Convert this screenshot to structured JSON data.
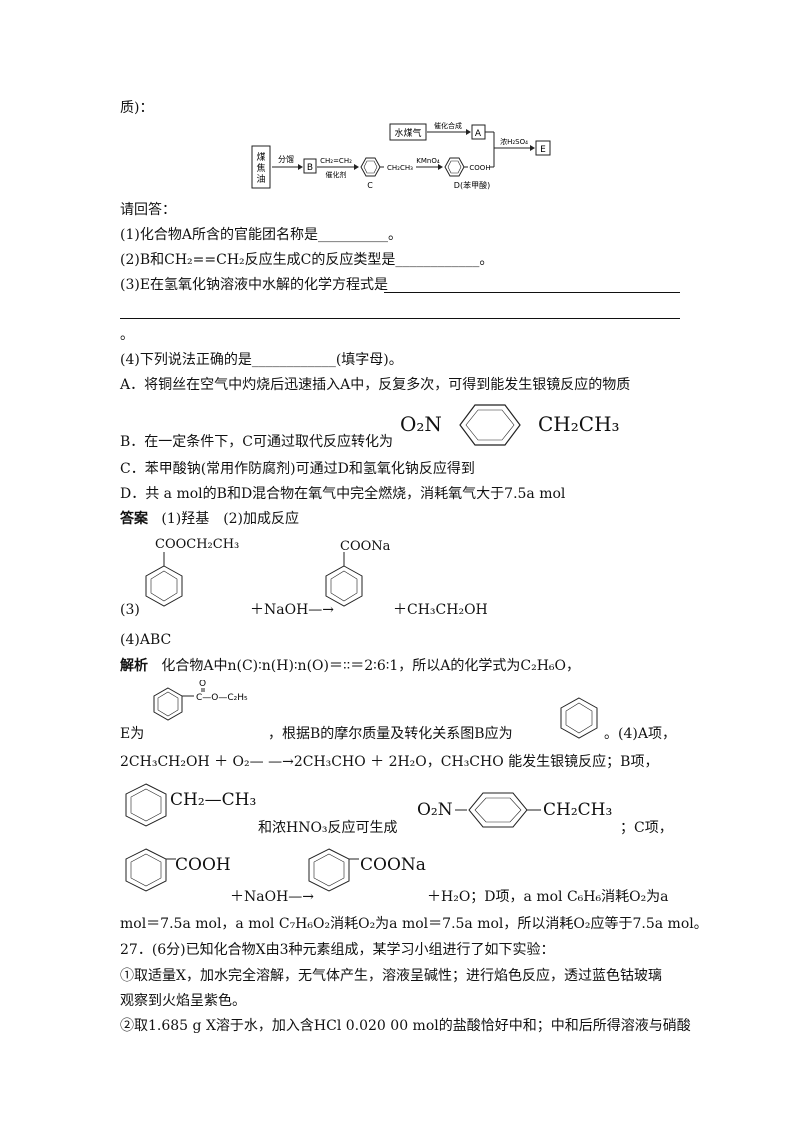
{
  "intro": "质)：",
  "scheme": {
    "raw": "煤焦油",
    "water_gas": "水煤气",
    "step_fractionate": "分馏",
    "step_catalytic_synthesis": "催化合成",
    "step_h2so4": "浓H₂SO₄",
    "ethylene": "CH₂=CH₂",
    "catalyst": "催化剂",
    "ethyl_group": "CH₂CH₃",
    "kmno4": "KMnO₄",
    "cooh": "COOH",
    "label_A": "A",
    "label_B": "B",
    "label_C": "C",
    "label_D": "D(苯甲酸)",
    "label_E": "E"
  },
  "q_header": "请回答：",
  "q1": "(1)化合物A所含的官能团名称是__________。",
  "q2": "(2)B和CH₂==CH₂反应生成C的反应类型是____________。",
  "q3_prefix": "(3)E在氢氧化钠溶液中水解的化学方程式是",
  "q3_end": "。",
  "q4": "(4)下列说法正确的是____________(填字母)。",
  "optA": "A．将铜丝在空气中灼烧后迅速插入A中，反复多次，可得到能发生银镜反应的物质",
  "optB": "B．在一定条件下，C可通过取代反应转化为",
  "optB_left": "O₂N",
  "optB_right": "CH₂CH₃",
  "optC": "C．苯甲酸钠(常用作防腐剂)可通过D和氢氧化钠反应得到",
  "optD": "D．共 a mol的B和D混合物在氧气中完全燃烧，消耗氧气大于7.5a mol",
  "ans_label": "答案",
  "ans1": "(1)羟基　(2)加成反应",
  "ans3_ester": "COOCH₂CH₃",
  "ans3_salt": "COONa",
  "ans3_num": "(3)",
  "ans3_plus_naoh": "＋NaOH—→",
  "ans3_plus_ethanol": "＋CH₃CH₂OH",
  "ans4": "(4)ABC",
  "analysis_label": "解析",
  "ana1": "化合物A中n(C)∶n(H)∶n(O)＝∶∶＝2∶6∶1，所以A的化学式为C₂H₆O，",
  "ana2_prefix": "E为",
  "ana2_struct": "C—O—C₂H₅",
  "ana2_o": "O",
  "ana2": "，根据B的摩尔质量及转化关系图B应为",
  "ana2_end": "。(4)A项，",
  "ana3": "2CH₃CH₂OH ＋ O₂— —→2CH₃CHO ＋ 2H₂O，CH₃CHO 能发生银镜反应；B项，",
  "ana4_group": "CH₂—CH₃",
  "ana4": "和浓HNO₃反应可生成",
  "ana4_left": "O₂N",
  "ana4_right": "CH₂CH₃",
  "ana4_end": "；C项，",
  "ana5_cooh": "COOH",
  "ana5_coona": "COONa",
  "ana5_naoh": "＋NaOH—→",
  "ana5_end": "＋H₂O；D项，a mol C₆H₆消耗O₂为a",
  "ana6": "mol＝7.5a mol，a mol C₇H₆O₂消耗O₂为a mol＝7.5a mol，所以消耗O₂应等于7.5a mol。",
  "q27_1": "27．(6分)已知化合物X由3种元素组成，某学习小组进行了如下实验：",
  "q27_2": "①取适量X，加水完全溶解，无气体产生，溶液呈碱性；进行焰色反应，透过蓝色钴玻璃",
  "q27_3": "观察到火焰呈紫色。",
  "q27_4": "②取1.685 g X溶于水，加入含HCl 0.020 00 mol的盐酸恰好中和；中和后所得溶液与硝酸"
}
